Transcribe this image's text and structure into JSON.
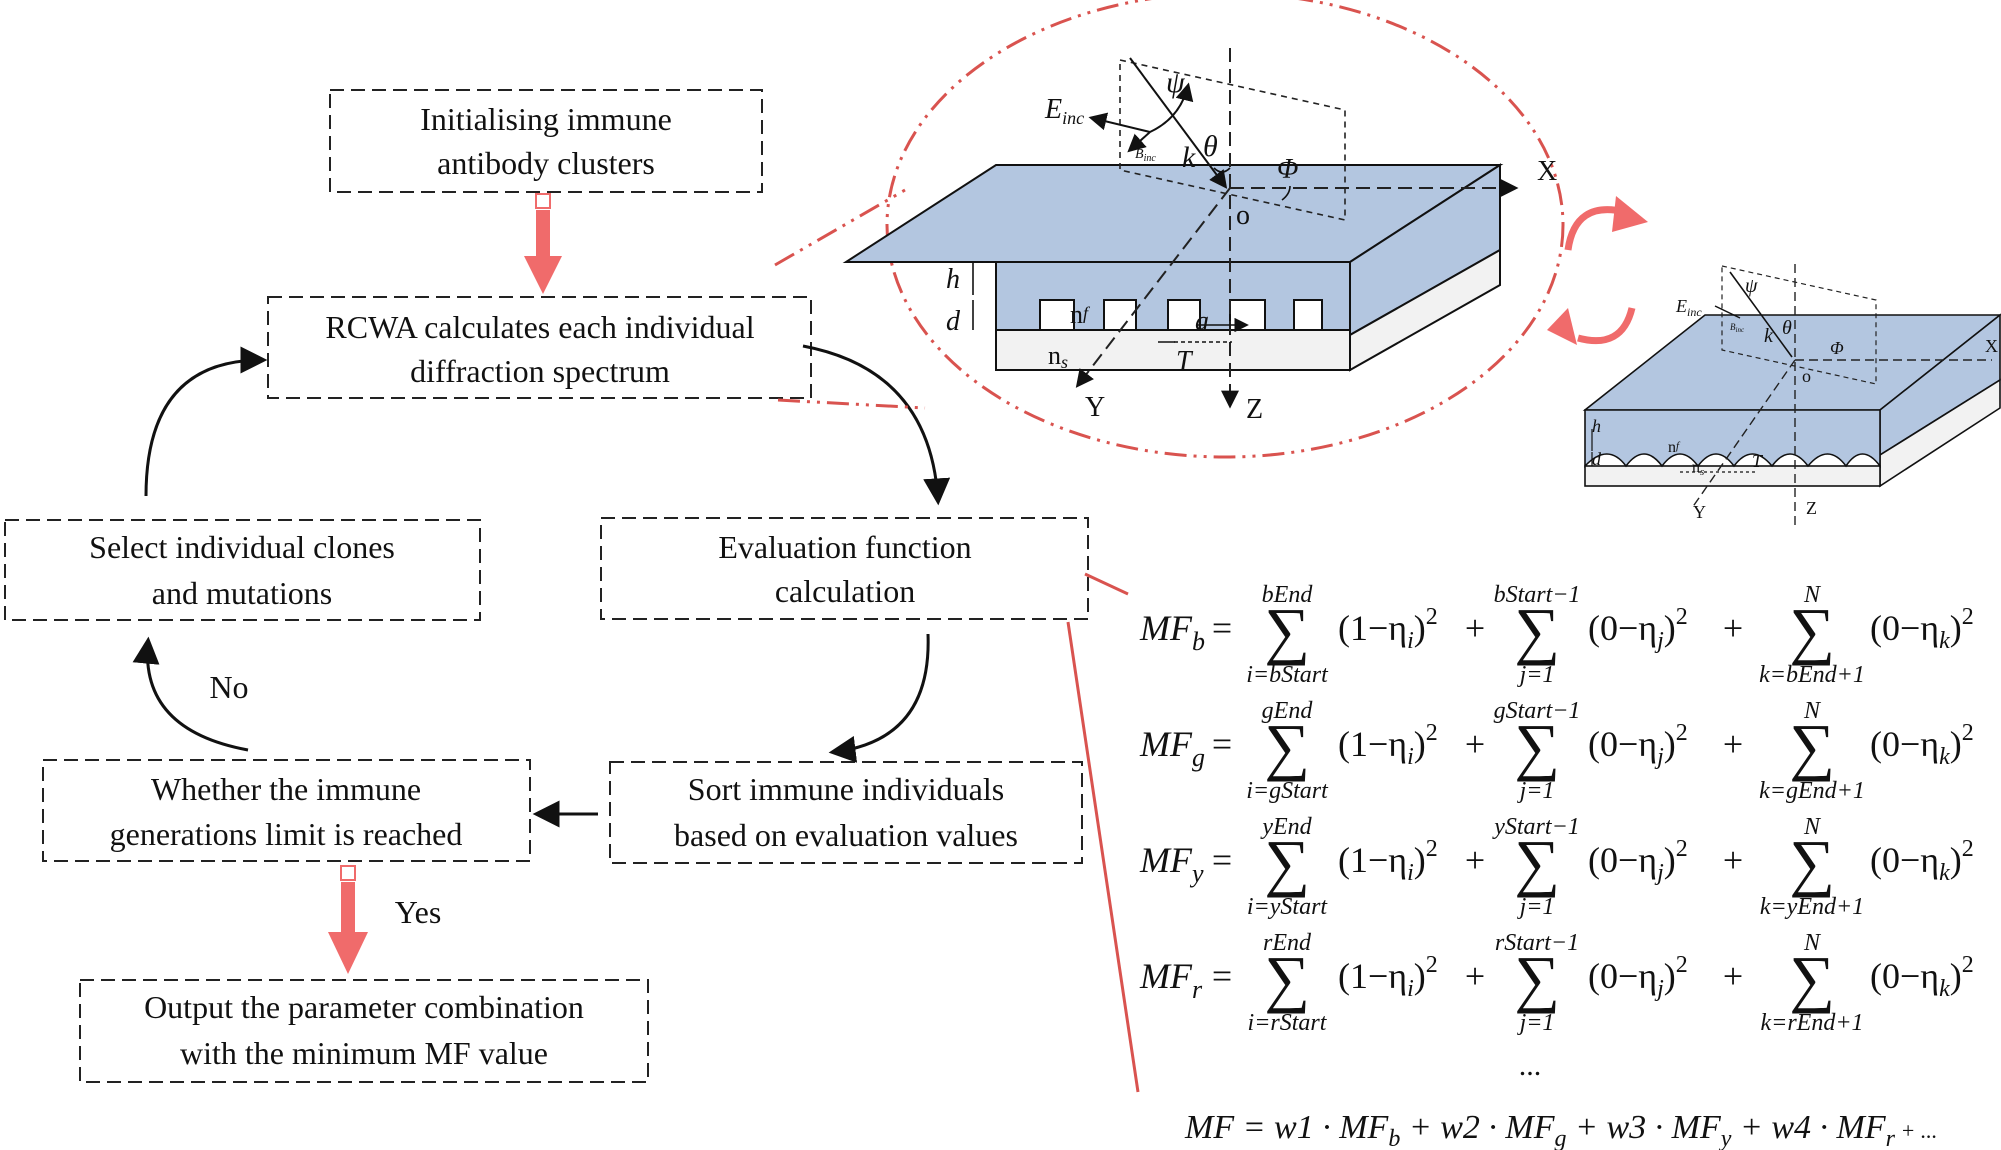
{
  "flowchart": {
    "init_line1": "Initialising immune",
    "init_line2": "antibody clusters",
    "rcwa_line1": "RCWA  calculates each individual",
    "rcwa_line2": "diffraction spectrum",
    "eval_line1": "Evaluation function",
    "eval_line2": "calculation",
    "sort_line1": "Sort immune individuals",
    "sort_line2": "based on evaluation values",
    "limit_line1": "Whether the immune",
    "limit_line2": "generations limit is reached",
    "select_line1": "Select individual clones",
    "select_line2": "and mutations",
    "output_line1": "Output the parameter combination",
    "output_line2": "with the minimum MF value",
    "label_no": "No",
    "label_yes": "Yes"
  },
  "grating_large": {
    "einc": "E",
    "einc_sub": "inc",
    "binc": "B",
    "binc_sub": "inc",
    "psi": "ψ",
    "theta": "θ",
    "k": "k",
    "phi": "Φ",
    "origin": "o",
    "x_axis": "X",
    "y_axis": "Y",
    "z_axis": "Z",
    "h": "h",
    "d": "d",
    "a": "a",
    "T": "T",
    "nf": "n",
    "nf_sub": "f",
    "ns": "n",
    "ns_sub": "s"
  },
  "grating_small": {
    "einc": "E",
    "einc_sub": "inc",
    "binc": "B",
    "binc_sub": "inc",
    "psi": "ψ",
    "theta": "θ",
    "k": "k",
    "phi": "Φ",
    "origin": "o",
    "x_axis": "X",
    "y_axis": "Y",
    "z_axis": "Z",
    "h": "h",
    "d": "d",
    "T": "T",
    "nf": "n",
    "nf_sub": "f",
    "ns": "n",
    "ns_sub": "s"
  },
  "equations": {
    "rows": [
      {
        "sub": "b",
        "up1": "bEnd",
        "lo1": "i=bStart",
        "up2": "bStart−1",
        "lo3": "k=bEnd+1"
      },
      {
        "sub": "g",
        "up1": "gEnd",
        "lo1": "i=gStart",
        "up2": "gStart−1",
        "lo3": "k=gEnd+1"
      },
      {
        "sub": "y",
        "up1": "yEnd",
        "lo1": "i=yStart",
        "up2": "yStart−1",
        "lo3": "k=yEnd+1"
      },
      {
        "sub": "r",
        "up1": "rEnd",
        "lo1": "i=rStart",
        "up2": "rStart−1",
        "lo3": "k=rEnd+1"
      }
    ],
    "mf": "MF",
    "eq_sign": "=",
    "sigma": "∑",
    "lo2": "j=1",
    "up3": "N",
    "term1": "(1−η",
    "term1_idx": "i",
    "term2": "(0−η",
    "term2_idx": "j",
    "term3_idx": "k",
    "close": ")",
    "exp": "2",
    "plus": "+",
    "ellipsis": "...",
    "final": "MF = w1 · MF",
    "final_b": "b",
    "final_w2": " + w2 · MF",
    "final_g": "g",
    "final_w3": " + w3 · MF",
    "final_y": "y",
    "final_w4": " + w4 · MF",
    "final_r": "r",
    "final_tail": " + ..."
  },
  "colors": {
    "accent_red": "#d9534f",
    "arrow_pink": "#f06b6b",
    "film_blue": "#b3c6e0",
    "substrate_gray": "#f2f2f2",
    "ink": "#111111"
  }
}
